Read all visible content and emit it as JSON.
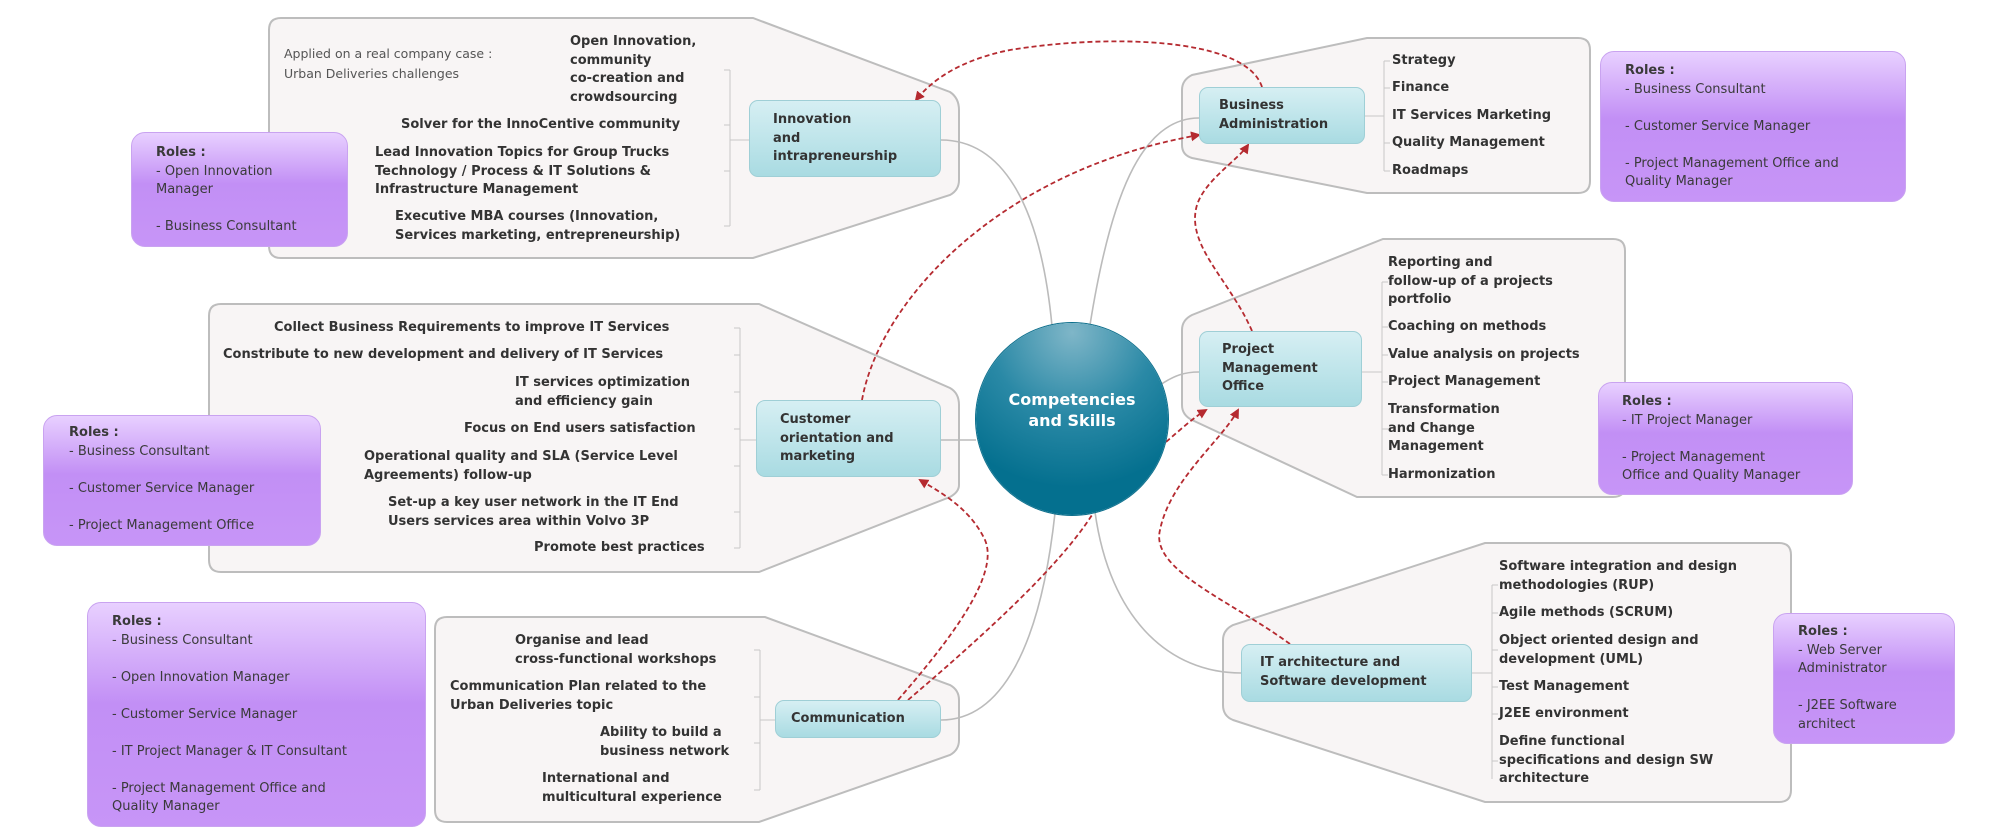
{
  "colors": {
    "node_fill": "#a9dbe2",
    "group_fill": "#f8f5f5",
    "roles_fill": "#c590f6",
    "center_fill": "#04708f",
    "arrow": "#b52a30",
    "connector": "#bbbbbb"
  },
  "center": {
    "label": "Competencies\nand Skills"
  },
  "innovation": {
    "label": "Innovation\nand\nintrapreneurship",
    "note": "Applied on a real company case :\nUrban Deliveries challenges",
    "items": [
      "Open Innovation,\ncommunity\nco-creation and\ncrowdsourcing",
      "Solver for the InnoCentive community",
      "Lead Innovation Topics for Group Trucks\nTechnology / Process & IT Solutions &\nInfrastructure Management",
      "Executive MBA courses (Innovation,\nServices marketing, entrepreneurship)"
    ],
    "roles_title": "Roles :",
    "roles": "- Open Innovation\nManager\n\n- Business Consultant"
  },
  "customer": {
    "label": "Customer\norientation and\nmarketing",
    "items": [
      "Collect Business Requirements to improve IT Services",
      "Constribute to new development and delivery of IT Services",
      "IT services optimization\nand efficiency gain",
      "Focus on End users satisfaction",
      "Operational quality and SLA (Service Level\nAgreements) follow-up",
      "Set-up a key user network in the IT End\nUsers services area within Volvo 3P",
      "Promote best practices"
    ],
    "roles_title": "Roles :",
    "roles": "- Business Consultant\n\n- Customer Service Manager\n\n- Project Management Office"
  },
  "communication": {
    "label": "Communication",
    "items": [
      "Organise and lead\ncross-functional workshops",
      "Communication Plan related to the\nUrban Deliveries topic",
      "Ability to build a\nbusiness network",
      "International and\nmulticultural experience"
    ],
    "roles_title": "Roles :",
    "roles": "- Business Consultant\n\n-  Open Innovation Manager\n\n-  Customer Service Manager\n\n- IT Project Manager & IT Consultant\n\n- Project Management Office and\nQuality Manager"
  },
  "business": {
    "label": "Business\nAdministration",
    "items": [
      "Strategy",
      "Finance",
      "IT Services Marketing",
      "Quality Management",
      "Roadmaps"
    ],
    "roles_title": "Roles :",
    "roles": "- Business Consultant\n\n- Customer Service Manager\n\n- Project Management Office and\nQuality Manager"
  },
  "pmo": {
    "label": "Project\nManagement\nOffice",
    "items": [
      "Reporting and\nfollow-up of a projects\nportfolio",
      "Coaching on methods",
      "Value analysis on projects",
      "Project Management",
      "Transformation\nand Change\nManagement",
      "Harmonization"
    ],
    "roles_title": "Roles :",
    "roles": "-  IT Project Manager\n\n- Project Management\nOffice and Quality Manager"
  },
  "it": {
    "label": "IT architecture and\nSoftware development",
    "items": [
      "Software integration and design\nmethodologies (RUP)",
      "Agile methods (SCRUM)",
      "Object oriented design and\ndevelopment (UML)",
      "Test Management",
      "J2EE environment",
      "Define functional\nspecifications and design SW\narchitecture"
    ],
    "roles_title": "Roles :",
    "roles": "-  Web Server\nAdministrator\n\n-  J2EE Software\narchitect"
  }
}
